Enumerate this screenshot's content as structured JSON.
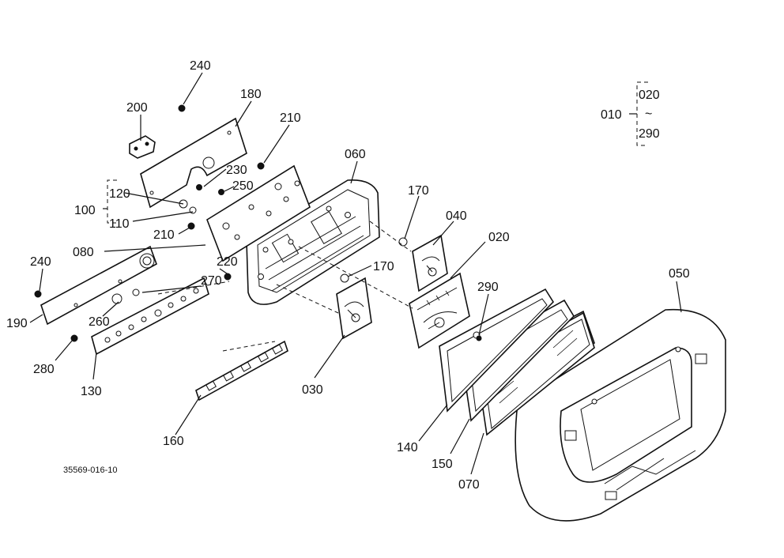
{
  "drawing_id": "35569-016-10",
  "assembly": {
    "label": "010",
    "range_start": "020",
    "range_sep": "~",
    "range_end": "290"
  },
  "sub_group": {
    "label": "100",
    "members": [
      "120",
      "110"
    ]
  },
  "callouts": {
    "c240a": "240",
    "c180": "180",
    "c200": "200",
    "c210a": "210",
    "c230": "230",
    "c250": "250",
    "c060": "060",
    "c170a": "170",
    "c040": "040",
    "c020": "020",
    "c210b": "210",
    "c080": "080",
    "c220": "220",
    "c170b": "170",
    "c240b": "240",
    "c270": "270",
    "c290": "290",
    "c050": "050",
    "c190": "190",
    "c260": "260",
    "c280": "280",
    "c130": "130",
    "c030": "030",
    "c160": "160",
    "c140": "140",
    "c150": "150",
    "c070": "070"
  }
}
